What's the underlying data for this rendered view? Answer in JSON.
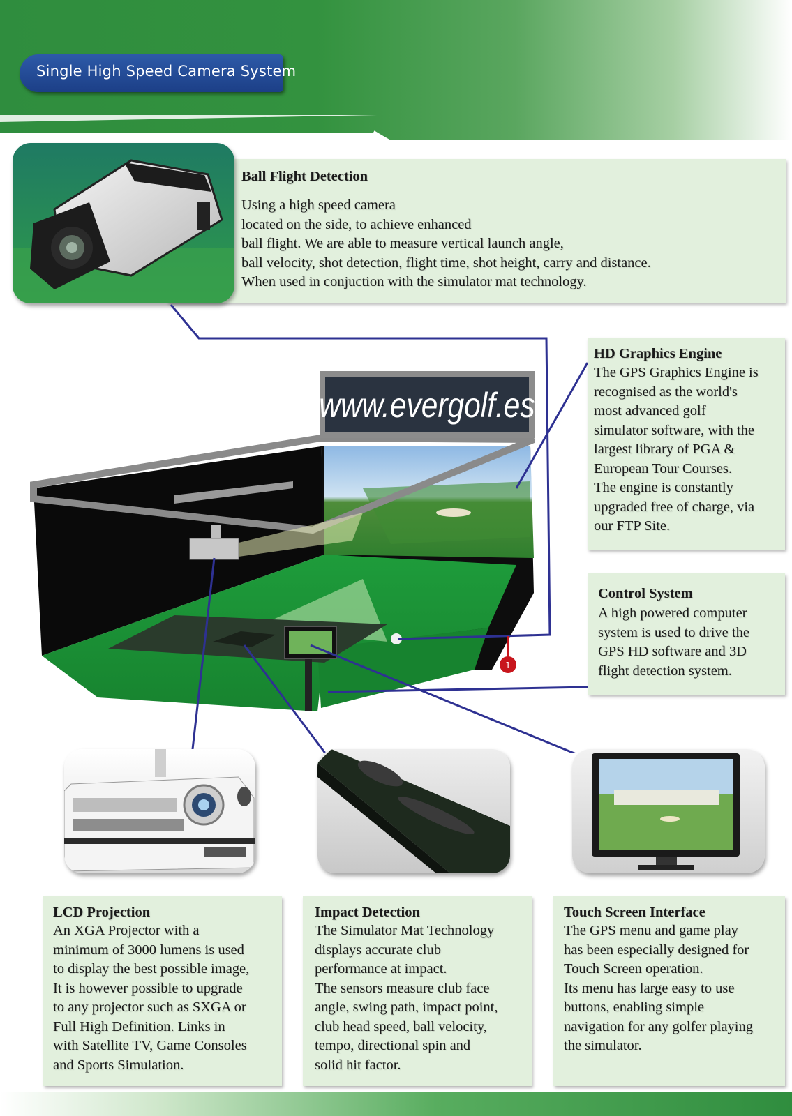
{
  "header": {
    "title": "Single High Speed Camera System"
  },
  "colors": {
    "green_dark": "#2f8d3e",
    "green_light": "#e2f0dd",
    "badge_blue": "#1c3f87",
    "connector": "#2e3192",
    "marker_red": "#c8161d"
  },
  "simulator": {
    "banner_url": "www.evergolf.es",
    "marker_label": "1"
  },
  "sections": {
    "ball_flight": {
      "title": "Ball Flight Detection",
      "lines": [
        "Using a high speed camera",
        "located on the side, to achieve enhanced",
        "ball flight. We are able to measure vertical launch angle,",
        "ball velocity, shot detection, flight time, shot height, carry and distance.",
        "When used in conjuction with the simulator mat technology."
      ]
    },
    "hd_graphics": {
      "title": "HD Graphics Engine",
      "lines": [
        "The GPS Graphics Engine is",
        "recognised as the world's",
        "most advanced golf",
        "simulator software,  with the",
        "largest library of  PGA &",
        "European Tour Courses.",
        "The engine is constantly",
        "upgraded free of charge, via",
        "our FTP Site."
      ]
    },
    "control": {
      "title": "Control System",
      "lines": [
        "A high powered computer",
        "system is used to drive the",
        "GPS HD software and 3D",
        "flight detection system."
      ]
    },
    "lcd": {
      "title": "LCD Projection",
      "lines": [
        "An XGA Projector with a",
        "minimum of 3000 lumens is used",
        "to display the best possible image,",
        "It is however possible to upgrade",
        "to any projector such as SXGA or",
        "Full High Definition. Links in",
        "with Satellite TV, Game Consoles",
        "and Sports Simulation."
      ]
    },
    "impact": {
      "title": "Impact Detection",
      "lines": [
        "The Simulator Mat Technology",
        "displays accurate club",
        "performance at impact.",
        "The sensors measure club face",
        "angle, swing path, impact point,",
        "club head speed, ball velocity,",
        "tempo, directional spin and",
        "solid hit factor."
      ]
    },
    "touch": {
      "title": "Touch Screen Interface",
      "lines": [
        "The GPS menu and game play",
        "has been especially designed for",
        "Touch Screen operation.",
        "Its menu has large easy to use",
        "buttons, enabling  simple",
        "navigation for any golfer playing",
        "the simulator."
      ]
    }
  }
}
